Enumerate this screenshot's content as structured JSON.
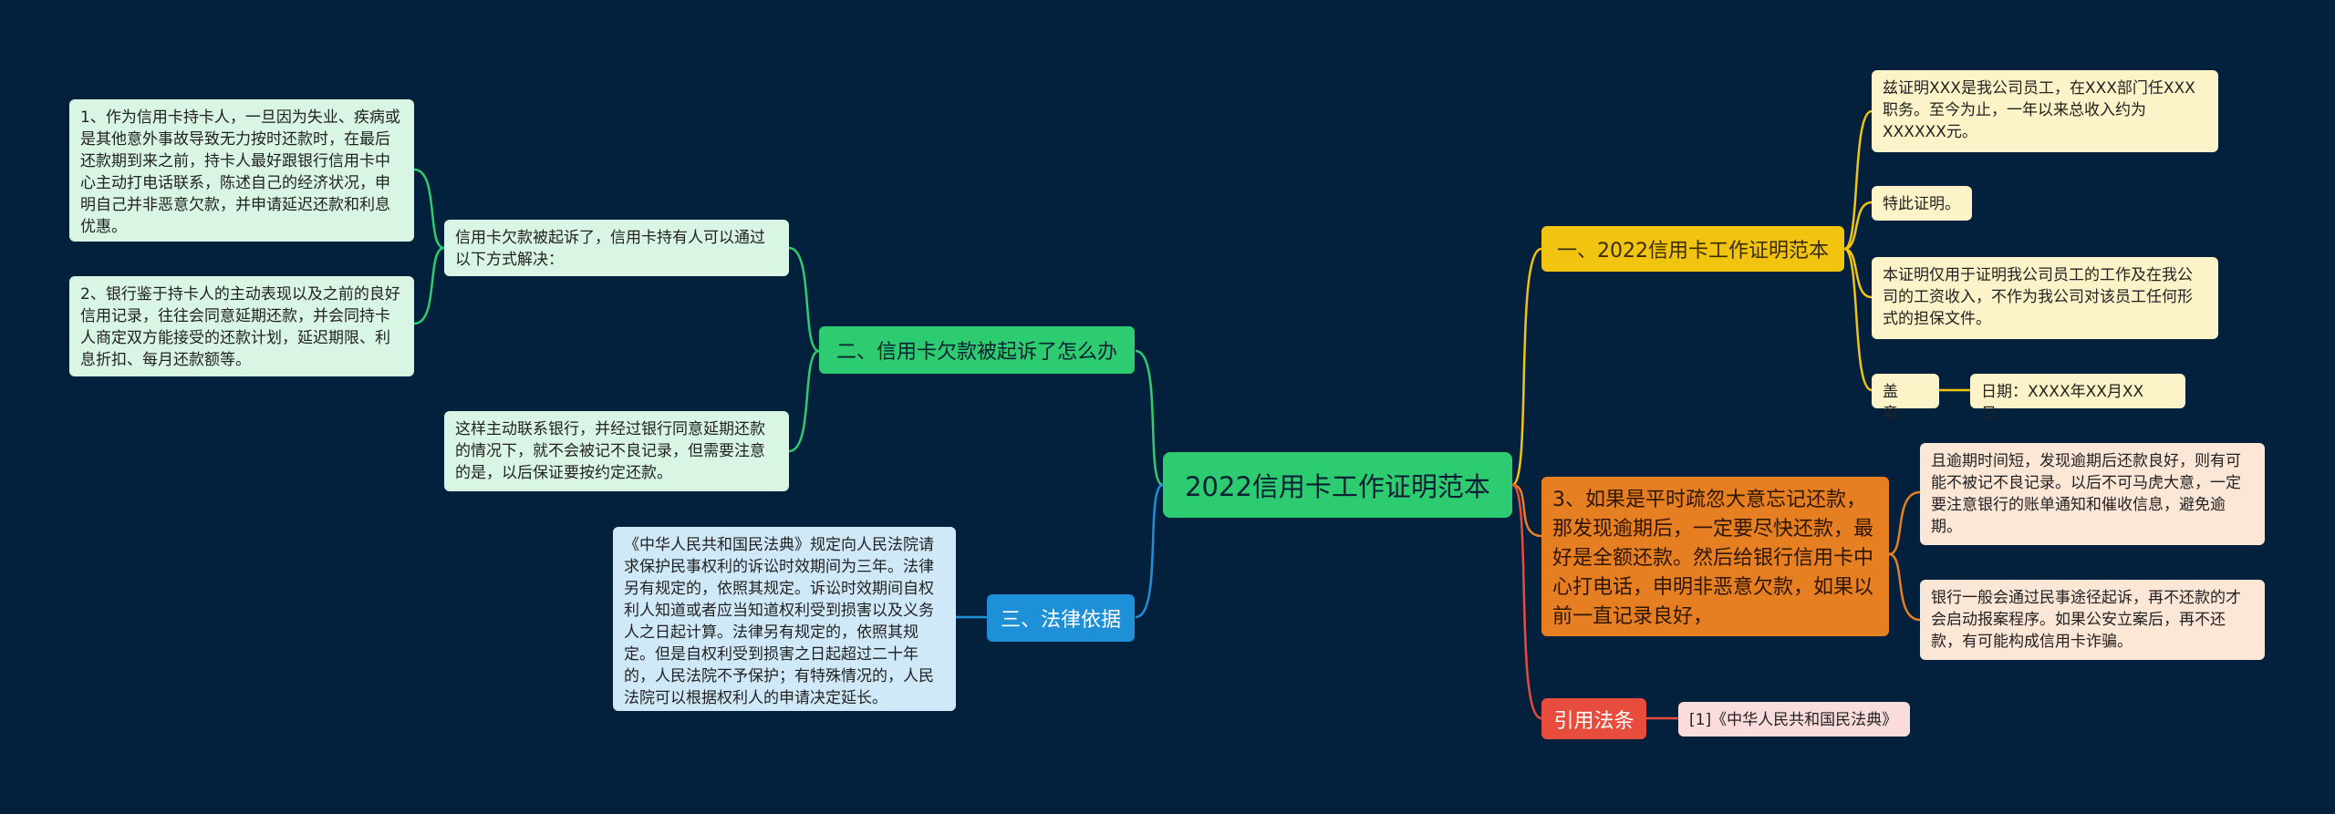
{
  "mindmap": {
    "center": "2022信用卡工作证明范本",
    "branches": {
      "b1": {
        "label": "一、2022信用卡工作证明范本",
        "color": "#f1c40f",
        "leaves": [
          "兹证明XXX是我公司员工，在XXX部门任XXX职务。至今为止，一年以来总收入约为XXXXXX元。",
          "特此证明。",
          "本证明仅用于证明我公司员工的工作及在我公司的工资收入，不作为我公司对该员工任何形式的担保文件。",
          "盖章：",
          "日期：XXXX年XX月XX日。"
        ]
      },
      "b2": {
        "label": "3、如果是平时疏忽大意忘记还款，那发现逾期后，一定要尽快还款，最好是全额还款。然后给银行信用卡中心打电话，申明非恶意欠款，如果以前一直记录良好，",
        "color": "#e67e22",
        "leaves": [
          "且逾期时间短，发现逾期后还款良好，则有可能不被记不良记录。以后不可马虎大意，一定要注意银行的账单通知和催收信息，避免逾期。",
          "银行一般会通过民事途径起诉，再不还款的才会启动报案程序。如果公安立案后，再不还款，有可能构成信用卡诈骗。"
        ]
      },
      "b3": {
        "label": "引用法条",
        "color": "#e74c3c",
        "leaves": [
          "[1]《中华人民共和国民法典》"
        ]
      },
      "b4": {
        "label": "二、信用卡欠款被起诉了怎么办",
        "color": "#2ecc71",
        "leaves": [
          "信用卡欠款被起诉了，信用卡持有人可以通过以下方式解决：",
          "这样主动联系银行，并经过银行同意延期还款的情况下，就不会被记不良记录，但需要注意的是，以后保证要按约定还款。"
        ],
        "subleaves": [
          "1、作为信用卡持卡人，一旦因为失业、疾病或是其他意外事故导致无力按时还款时，在最后还款期到来之前，持卡人最好跟银行信用卡中心主动打电话联系，陈述自己的经济状况，申明自己并非恶意欠款，并申请延迟还款和利息优惠。",
          "2、银行鉴于持卡人的主动表现以及之前的良好信用记录，往往会同意延期还款，并会同持卡人商定双方能接受的还款计划，延迟期限、利息折扣、每月还款额等。"
        ]
      },
      "b5": {
        "label": "三、法律依据",
        "color": "#1e90d8",
        "leaves": [
          "《中华人民共和国民法典》规定向人民法院请求保护民事权利的诉讼时效期间为三年。法律另有规定的，依照其规定。诉讼时效期间自权利人知道或者应当知道权利受到损害以及义务人之日起计算。法律另有规定的，依照其规定。但是自权利受到损害之日起超过二十年的，人民法院不予保护；有特殊情况的，人民法院可以根据权利人的申请决定延长。"
        ]
      }
    }
  }
}
